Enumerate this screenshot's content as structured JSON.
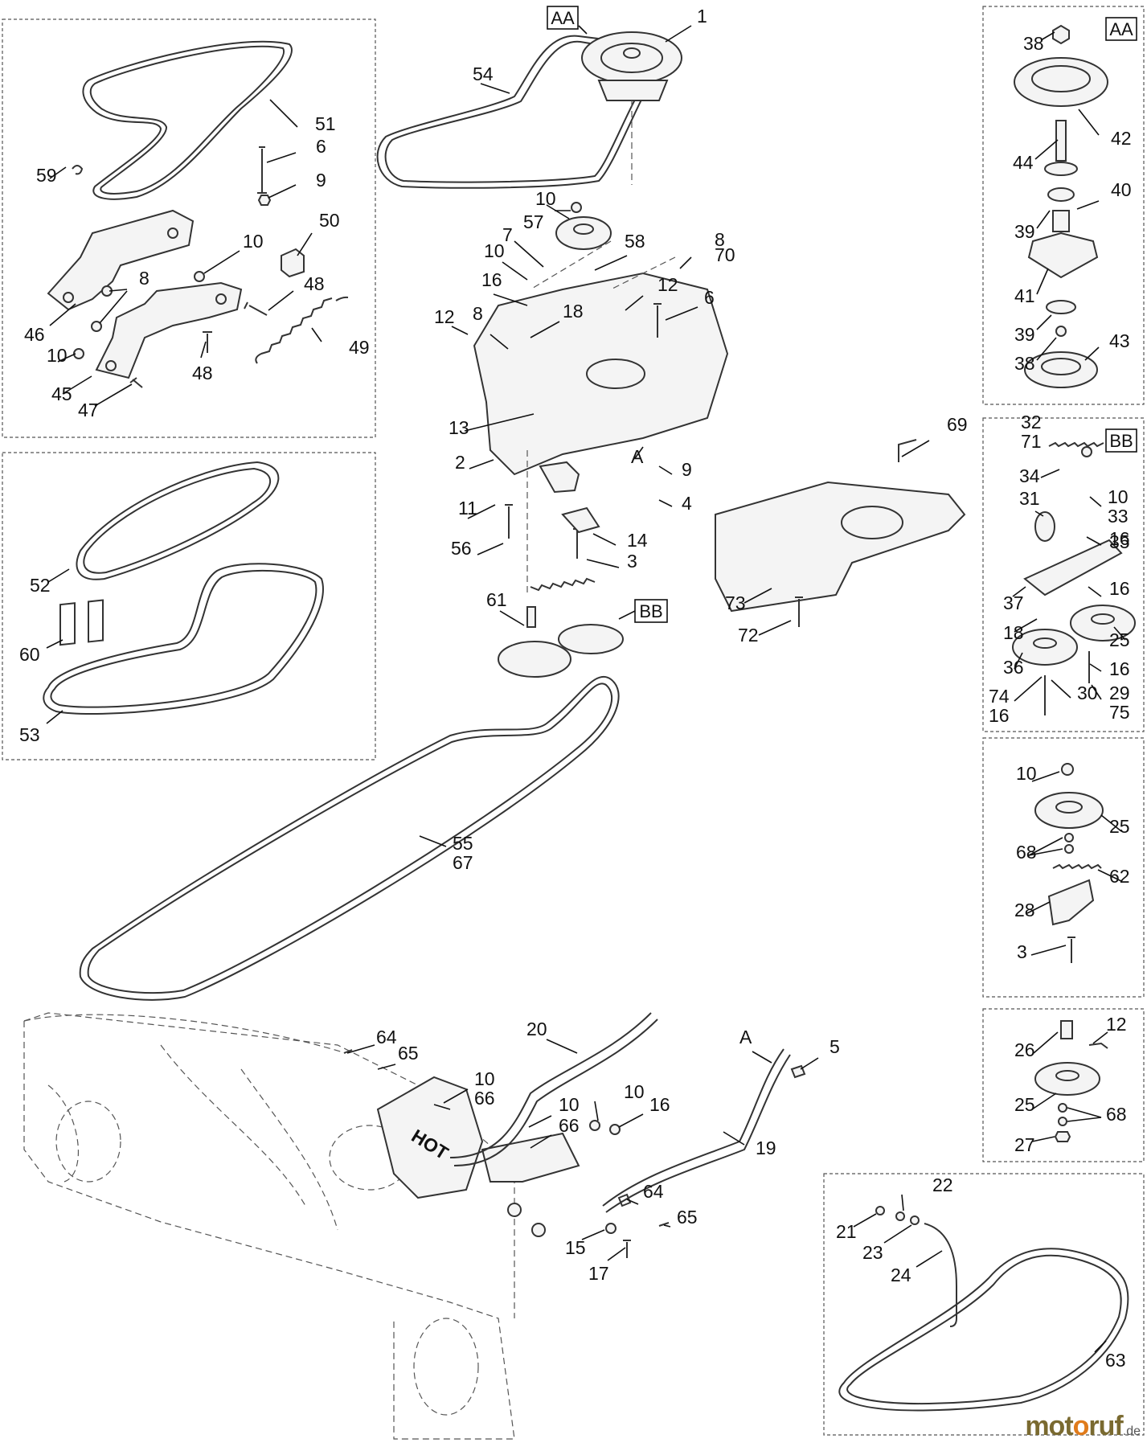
{
  "diagram": {
    "box_labels": [
      "AA",
      "AA",
      "BB",
      "BB"
    ],
    "callouts": [
      "1",
      "54",
      "51",
      "6",
      "9",
      "59",
      "50",
      "10",
      "8",
      "48",
      "46",
      "49",
      "10",
      "45",
      "47",
      "48",
      "10",
      "57",
      "7",
      "58",
      "8",
      "70",
      "10",
      "16",
      "18",
      "12",
      "6",
      "12",
      "8",
      "13",
      "2",
      "A",
      "9",
      "4",
      "11",
      "56",
      "14",
      "3",
      "69",
      "73",
      "72",
      "61",
      "52",
      "60",
      "53",
      "55",
      "67",
      "38",
      "42",
      "44",
      "40",
      "39",
      "41",
      "39",
      "38",
      "43",
      "32",
      "71",
      "34",
      "10",
      "33",
      "31",
      "16",
      "35",
      "16",
      "37",
      "18",
      "25",
      "36",
      "16",
      "30",
      "74",
      "16",
      "29",
      "75",
      "10",
      "25",
      "68",
      "62",
      "28",
      "3",
      "12",
      "26",
      "25",
      "68",
      "27",
      "20",
      "64",
      "65",
      "10",
      "66",
      "10",
      "10",
      "66",
      "16",
      "A",
      "5",
      "19",
      "64",
      "65",
      "15",
      "17",
      "22",
      "21",
      "23",
      "24",
      "63"
    ],
    "part_text": [
      "HOT"
    ]
  },
  "watermark": {
    "brand_a": "mot",
    "brand_o": "o",
    "brand_b": "ruf",
    "tld": ".de"
  }
}
